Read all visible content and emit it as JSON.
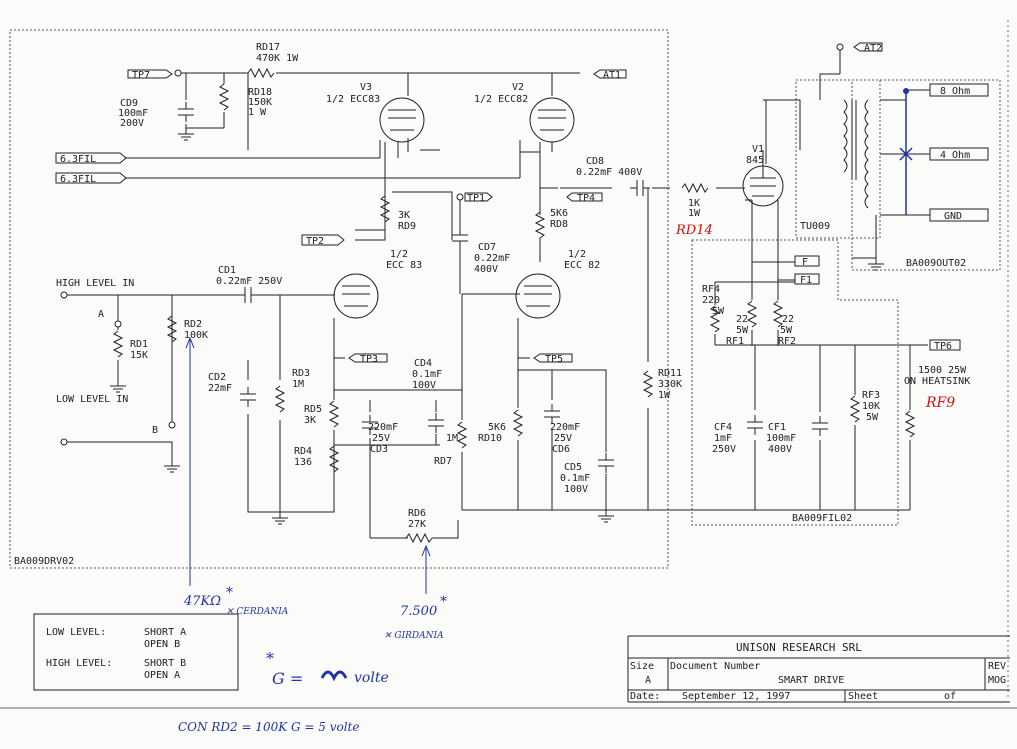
{
  "sheets": {
    "driver": "BA009DRV02",
    "output": "BA009OUT02",
    "filament": "BA009FIL02",
    "transformer": "TU009"
  },
  "components": {
    "rd17": {
      "ref": "RD17",
      "value": "470K 1W"
    },
    "rd18": {
      "ref": "RD18",
      "value": "150K",
      "value2": "1 W"
    },
    "cd9": {
      "ref": "CD9",
      "value": "100mF",
      "value2": "200V"
    },
    "v3": {
      "ref": "V3",
      "value": "1/2 ECC83"
    },
    "v2": {
      "ref": "V2",
      "value": "1/2 ECC82"
    },
    "v3b": {
      "ref": "1/2",
      "value": "ECC 83"
    },
    "v2b": {
      "ref": "1/2",
      "value": "ECC 82"
    },
    "v1": {
      "ref": "V1",
      "value": "845"
    },
    "cd8": {
      "ref": "CD8",
      "value": "0.22mF 400V"
    },
    "rd14": {
      "ref": "1K",
      "value": "1W"
    },
    "rd9": {
      "ref": "3K",
      "value": "RD9"
    },
    "rd8": {
      "ref": "5K6",
      "value": "RD8"
    },
    "cd7": {
      "ref": "CD7",
      "value": "0.22mF",
      "value2": "400V"
    },
    "cd1": {
      "ref": "CD1",
      "value": "0.22mF 250V"
    },
    "rd1": {
      "ref": "RD1",
      "value": "15K"
    },
    "rd2": {
      "ref": "RD2",
      "value": "100K"
    },
    "cd2": {
      "ref": "CD2",
      "value": "22mF"
    },
    "rd3": {
      "ref": "RD3",
      "value": "1M"
    },
    "rd5": {
      "ref": "RD5",
      "value": "3K"
    },
    "rd4": {
      "ref": "RD4",
      "value": "136"
    },
    "cd4": {
      "ref": "CD4",
      "value": "0.1mF",
      "value2": "100V"
    },
    "cd3": {
      "ref": "220mF",
      "value": "25V",
      "value2": "CD3"
    },
    "rd7": {
      "ref": "1M",
      "value": "RD7"
    },
    "rd10": {
      "ref": "5K6",
      "value": "RD10"
    },
    "cd6": {
      "ref": "220mF",
      "value": "25V",
      "value2": "CD6"
    },
    "cd5": {
      "ref": "CD5",
      "value": "0.1mF",
      "value2": "100V"
    },
    "rd6": {
      "ref": "RD6",
      "value": "27K"
    },
    "rd11": {
      "ref": "RD11",
      "value": "330K",
      "value2": "1W"
    },
    "rf4": {
      "ref": "RF4",
      "value": "220",
      "value2": "5W"
    },
    "rf1": {
      "ref": "22",
      "value": "5W",
      "value2": "RF1"
    },
    "rf2": {
      "ref": "22",
      "value": "5W",
      "value2": "RF2"
    },
    "cf4": {
      "ref": "CF4",
      "value": "1mF",
      "value2": "250V"
    },
    "cf1": {
      "ref": "CF1",
      "value": "100mF",
      "value2": "400V"
    },
    "rf3": {
      "ref": "RF3",
      "value": "10K",
      "value2": "5W"
    },
    "rf9": {
      "ref": "1500 25W",
      "value": "ON HEATSINK"
    }
  },
  "ports": {
    "tp7": "TP7",
    "at1": "AT1",
    "at2": "AT2",
    "tp1": "TP1",
    "tp2": "TP2",
    "tp3": "TP3",
    "tp4": "TP4",
    "tp5": "TP5",
    "tp6": "TP6",
    "fil1": "6.3FIL",
    "fil2": "6.3FIL",
    "f": "F",
    "f1": "F1",
    "ohm8": "8 Ohm",
    "ohm4": "4 Ohm",
    "gnd": "GND"
  },
  "inputs": {
    "high": "HIGH LEVEL IN",
    "low": "LOW LEVEL IN",
    "a": "A",
    "b": "B"
  },
  "legend": {
    "low": "LOW LEVEL:",
    "low_value": "SHORT A",
    "low_value2": "OPEN B",
    "high": "HIGH LEVEL:",
    "high_value": "SHORT B",
    "high_value2": "OPEN A"
  },
  "title_block": {
    "company": "UNISON RESEARCH SRL",
    "size_label": "Size",
    "size": "A",
    "docnum_label": "Document Number",
    "docnum": "SMART DRIVE",
    "rev_label": "REV",
    "rev": "MOG",
    "date_label": "Date:",
    "date": "September 12, 1997",
    "sheet_label": "Sheet",
    "of_label": "of"
  },
  "handwritten": {
    "rd14": "RD14",
    "rf9": "RF9",
    "val1": "47KΩ",
    "note1": "✕ CERDANIA",
    "val2": "7.500",
    "note2": "✕ GIRDANIA",
    "gain_prefix": "G =",
    "gain_suffix": "volte",
    "bottom": "CON RD2 = 100K    G = 5 volte",
    "star": "*"
  },
  "colors": {
    "ink": "#222222",
    "hand_blue": "#2233a8",
    "hand_red": "#cc1111"
  }
}
